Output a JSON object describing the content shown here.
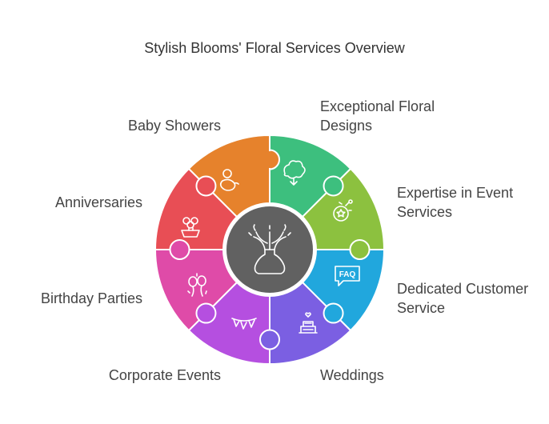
{
  "title": "Stylish Blooms' Floral Services Overview",
  "segments": [
    {
      "label": "Exceptional Floral Designs",
      "color": "#3dbf7e",
      "icon": "flower-icon"
    },
    {
      "label": "Expertise in Event Services",
      "color": "#8cc13f",
      "icon": "gear-award-icon"
    },
    {
      "label": "Dedicated Customer Service",
      "color": "#21a7dd",
      "icon": "faq-icon"
    },
    {
      "label": "Weddings",
      "color": "#7b5fe2",
      "icon": "wedding-cake-icon"
    },
    {
      "label": "Corporate Events",
      "color": "#b54fe0",
      "icon": "bunting-icon"
    },
    {
      "label": "Birthday Parties",
      "color": "#df4ba8",
      "icon": "balloons-icon"
    },
    {
      "label": "Anniversaries",
      "color": "#e84e55",
      "icon": "flower-basket-icon"
    },
    {
      "label": "Baby Showers",
      "color": "#e6822c",
      "icon": "baby-icon"
    }
  ],
  "center": {
    "icon": "vase-bouquet-icon",
    "color": "#616161"
  }
}
